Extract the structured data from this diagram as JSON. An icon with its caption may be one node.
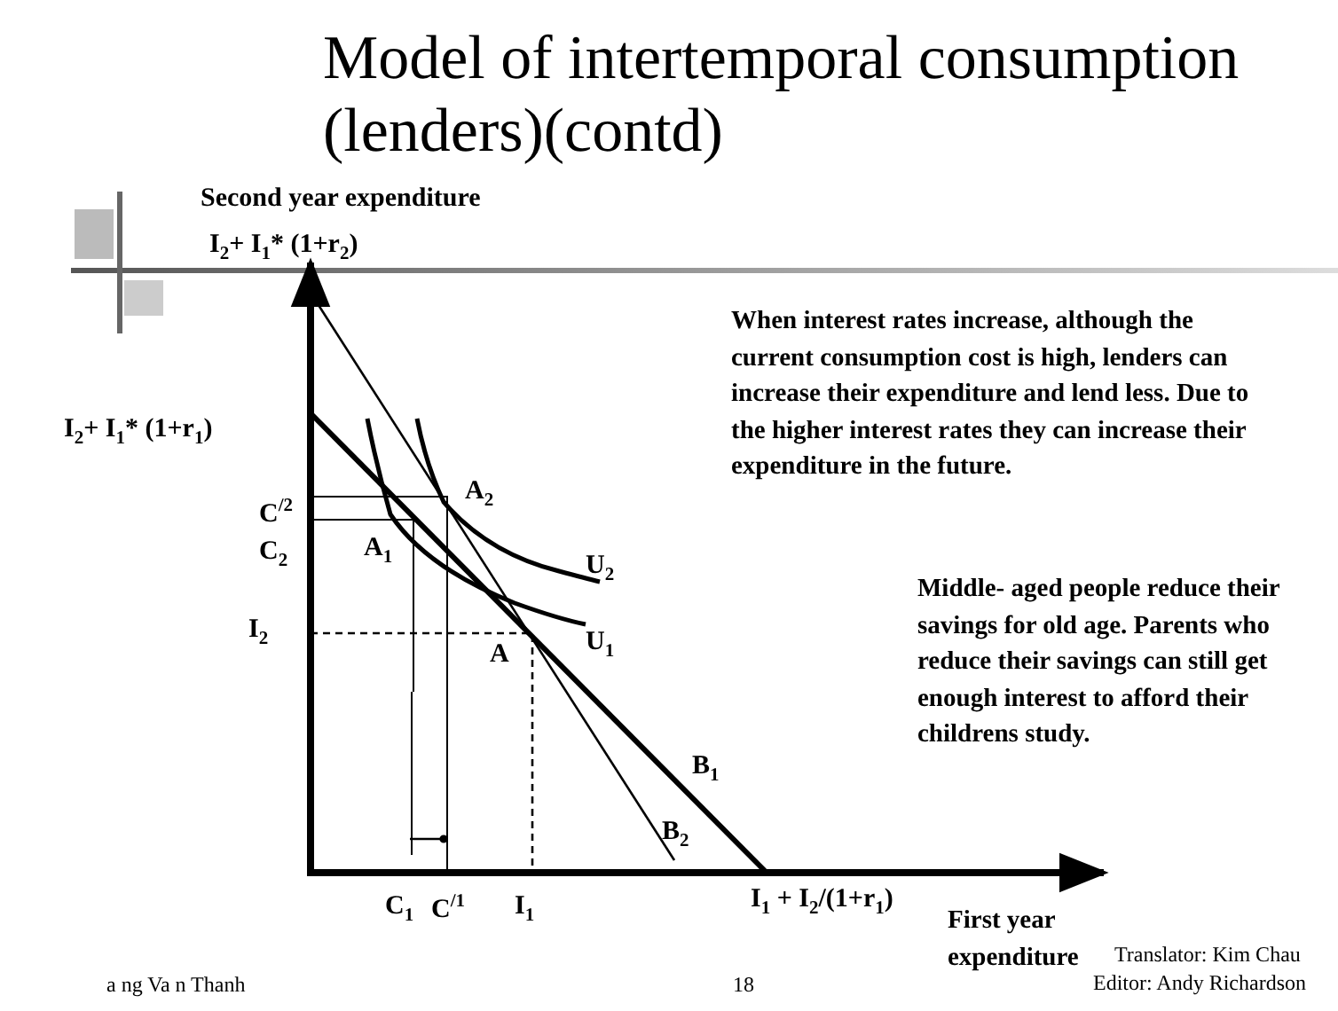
{
  "diagram": {
    "title": "Model of intertemporal consumption (lenders)(contd)",
    "labels": [
      "Second year expenditure",
      "I$_{2}$+ I$_{1}$* (1+r$_{2}$)",
      "When interest rates increase, although the current consumption cost is high, lenders can increase their expenditure and lend less. Due to the higher interest rates they can increase their expenditure in the future.",
      "I$_{2}$+ I$_{1}$* (1+r$_{1}$)",
      "C$^{/2}$",
      "A$_{2}$",
      "C$_{2}$",
      "A$_{1}$",
      "U$_{2}$",
      "Middle- aged people reduce their savings for old age. Parents who reduce their savings can still get enough interest to afford their childrens study.",
      "U$_{1}$",
      "I$_{2}$",
      "A",
      "B$_{1}$",
      "B$_{2}$",
      "C$_{1}$",
      "C$^{/1}$",
      "I$_{1}$",
      "I$_{1}$ + I$_{2}$/(1+r$_{1}$)",
      "First year expenditure",
      "a ng Va n Thanh",
      "18",
      "Translator: Kim Chau",
      "Editor: Andy Richardson"
    ]
  }
}
